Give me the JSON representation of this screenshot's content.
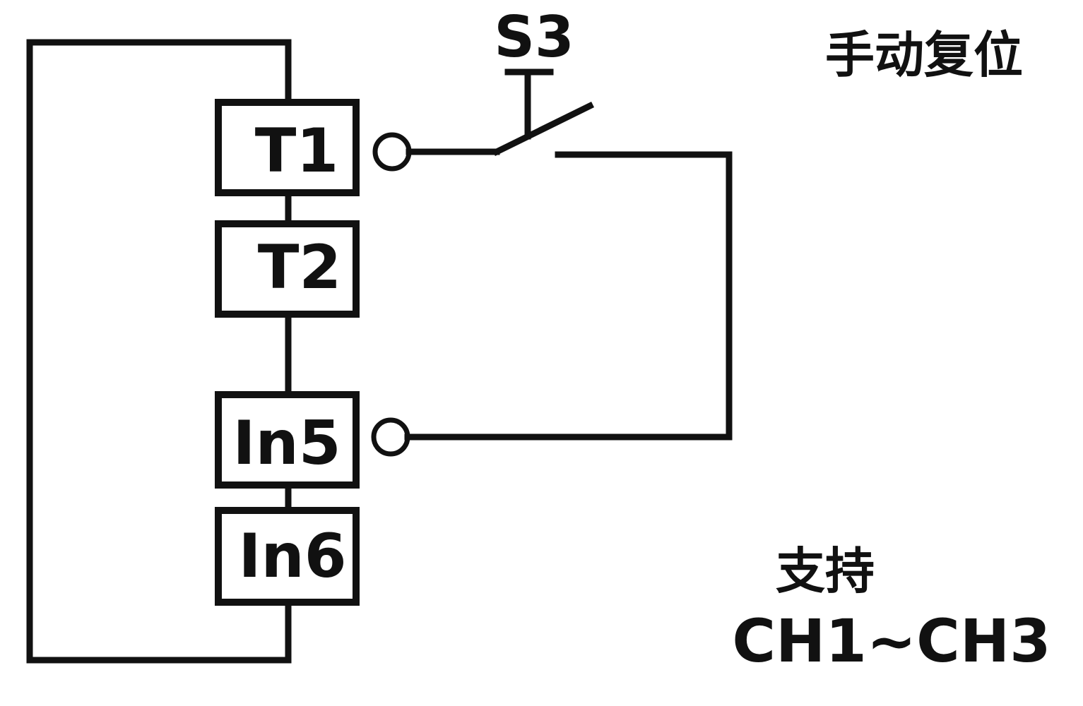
{
  "terminals": {
    "t1": "T1",
    "t2": "T2",
    "in5": "In5",
    "in6": "In6"
  },
  "switch": {
    "label": "S3"
  },
  "notes": {
    "title": "手动复位",
    "support_label": "支持",
    "support_range": "CH1~CH3"
  },
  "colors": {
    "line": "#111111",
    "background": "#ffffff"
  }
}
